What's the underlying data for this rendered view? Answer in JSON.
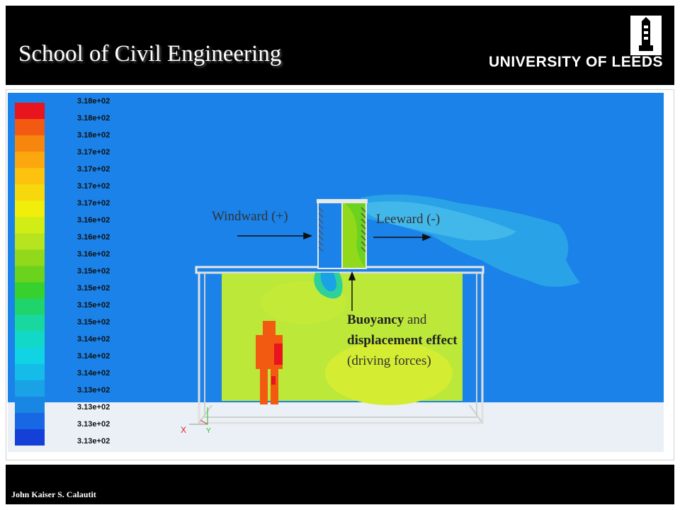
{
  "header": {
    "title": "School of Civil Engineering",
    "brand": "UNIVERSITY OF LEEDS"
  },
  "legend": {
    "labels": [
      "3.18e+02",
      "3.18e+02",
      "3.18e+02",
      "3.17e+02",
      "3.17e+02",
      "3.17e+02",
      "3.17e+02",
      "3.16e+02",
      "3.16e+02",
      "3.16e+02",
      "3.15e+02",
      "3.15e+02",
      "3.15e+02",
      "3.15e+02",
      "3.14e+02",
      "3.14e+02",
      "3.14e+02",
      "3.13e+02",
      "3.13e+02",
      "3.13e+02",
      "3.13e+02"
    ],
    "colors": [
      "#e8141e",
      "#f25a12",
      "#f7860e",
      "#fba70d",
      "#fcc20e",
      "#f6d80c",
      "#f0ee0a",
      "#d2ec16",
      "#b6e41e",
      "#92d91c",
      "#6bd21e",
      "#36d12e",
      "#20d46c",
      "#18d8a0",
      "#12d8c8",
      "#10d4e4",
      "#16bce8",
      "#1aa2e6",
      "#1a86e4",
      "#1868e4",
      "#1440d8"
    ]
  },
  "annotations": {
    "windward": "Windward (+)",
    "leeward": "Leeward (-)",
    "buoyancy": {
      "part1_bold": "Buoyancy",
      "part2": " and ",
      "part3_bold": "displacement effect",
      "part4": " (driving forces)"
    }
  },
  "axes": {
    "x": "X",
    "y": "Y"
  },
  "footer": {
    "author": "John Kaiser S. Calautit"
  }
}
